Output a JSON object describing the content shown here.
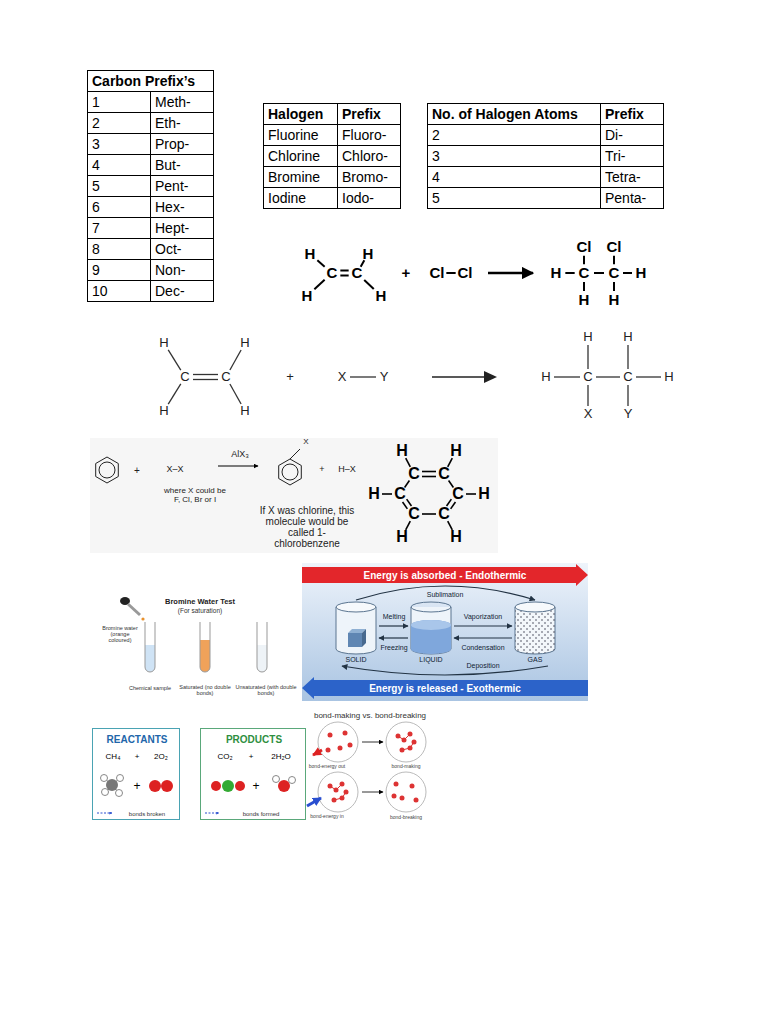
{
  "diagram": {
    "nodes": [
      {
        "text": [
          "Energy is absorbed - Endothermic"
        ]
      },
      {
        "text": [
          "Energy is released - Exothermic"
        ]
      },
      {
        "text": [
          "REACTANTS",
          "CH₄",
          "+",
          "2O₂",
          "+",
          "bonds broken"
        ]
      },
      {
        "text": [
          "PRODUCTS",
          "CO₂",
          "+",
          "2H₂O",
          "+",
          "bonds formed"
        ]
      }
    ],
    "labels": [
      "Carbon Prefix’s",
      "1",
      "Meth-",
      "2",
      "Eth-",
      "3",
      "Prop-",
      "4",
      "But-",
      "5",
      "Pent-",
      "6",
      "Hex-",
      "7",
      "Hept-",
      "8",
      "Oct-",
      "9",
      "Non-",
      "10",
      "Dec-",
      "Halogen",
      "Prefix",
      "Fluorine",
      "Fluoro-",
      "Chlorine",
      "Chloro-",
      "Bromine",
      "Bromo-",
      "Iodine",
      "Iodo-",
      "No. of Halogen Atoms",
      "Prefix",
      "2",
      "Di-",
      "3",
      "Tri-",
      "4",
      "Tetra-",
      "5",
      "Penta-",
      "H",
      "H",
      "C",
      "C",
      "H",
      "H",
      "+",
      "Cl",
      "Cl",
      "Cl",
      "Cl",
      "H",
      "C",
      "C",
      "H",
      "H",
      "H",
      "H",
      "H",
      "C",
      "C",
      "H",
      "H",
      "+",
      "X",
      "Y",
      "H",
      "H",
      "H",
      "C",
      "C",
      "H",
      "X",
      "Y",
      "+",
      "X–X",
      "where X could be F, Cl, Br or I",
      "AlX₃",
      "X",
      "+",
      "H–X",
      "If X was chlorine, this molecule would be called 1-chlorobenzene",
      "H",
      "H",
      "C",
      "C",
      "H",
      "C",
      "C",
      "H",
      "C",
      "C",
      "H",
      "H",
      "Bromine Water Test",
      "(For saturation)",
      "Bromine water (orange coloured)",
      "Chemical sample",
      "Saturated (no double bonds)",
      "Unsaturated (with double bonds)",
      "Sublimation",
      "Melting",
      "Freezing",
      "Vaporization",
      "Condensation",
      "SOLID",
      "LIQUID",
      "GAS",
      "Deposition",
      "bond-making vs. bond-breaking",
      "bond-energy out",
      "bond-making",
      "bond-energy in",
      "bond-breaking"
    ]
  }
}
